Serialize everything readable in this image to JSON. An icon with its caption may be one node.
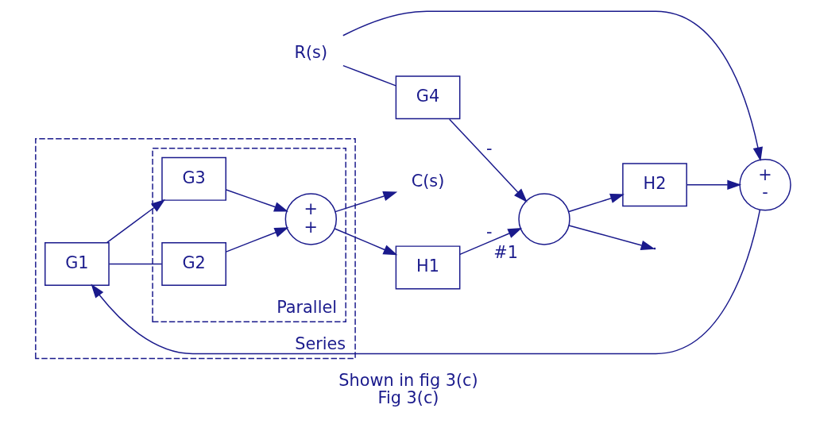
{
  "diagram": {
    "title": "Shown in fig 3(c)",
    "caption": "Fig 3(c)",
    "nodes": [
      {
        "text": [
          "R(s)"
        ]
      },
      {
        "text": [
          "+",
          "-"
        ]
      },
      {
        "text": [
          "Series"
        ]
      },
      {
        "text": [
          "G1"
        ],
        "in": 2
      },
      {
        "text": [
          "Parallel"
        ],
        "in": 2
      },
      {
        "text": [
          "G2"
        ],
        "in": 4
      },
      {
        "text": [
          "G3"
        ],
        "in": 4
      },
      {
        "text": [
          "+",
          "+"
        ],
        "in": 4
      },
      {
        "text": [
          "C(s)"
        ]
      },
      {
        "text": [
          "H1"
        ]
      },
      {
        "text": [],
        "shape": "circle",
        "beside": [
          "#1"
        ]
      },
      {
        "text": [
          "H2"
        ]
      },
      {
        "text": [
          "G4"
        ]
      }
    ],
    "edges": [
      {
        "from": 0,
        "to": 1,
        "arrow": "to"
      },
      {
        "from": 1,
        "to": 3,
        "arrow": "to"
      },
      {
        "from": 3,
        "to": 5,
        "arrow": "none"
      },
      {
        "from": 3,
        "to": 6,
        "arrow": "to"
      },
      {
        "from": 5,
        "to": 7,
        "arrow": "to"
      },
      {
        "from": 6,
        "to": 7,
        "arrow": "to"
      },
      {
        "from": 7,
        "to": 8,
        "arrow": "to"
      },
      {
        "from": 7,
        "to": 9,
        "arrow": "to"
      },
      {
        "from": 9,
        "to": 10,
        "arrow": "to",
        "label": "-"
      },
      {
        "from": 10,
        "to": 11,
        "arrow": "to"
      },
      {
        "from": 11,
        "to": 1,
        "arrow": "to"
      },
      {
        "from": 0,
        "to": 12,
        "arrow": "none"
      },
      {
        "from": 12,
        "to": 10,
        "arrow": "to",
        "label": "-"
      },
      {
        "from": 10,
        "to": null,
        "arrow": "to"
      }
    ]
  }
}
